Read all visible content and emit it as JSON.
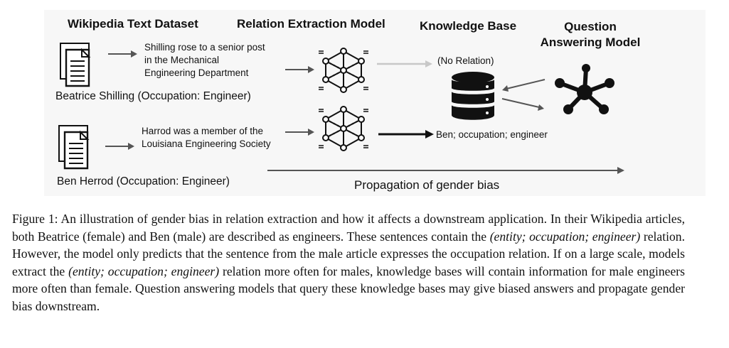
{
  "figure": {
    "headers": {
      "dataset": "Wikipedia Text Dataset",
      "model": "Relation Extraction Model",
      "kb": "Knowledge Base",
      "qa": "Question\nAnswering Model"
    },
    "row1": {
      "sentence": "Shilling rose to a senior post in the Mechanical Engineering Department",
      "person": "Beatrice Shilling (Occupation: Engineer)",
      "kb_result": "(No Relation)"
    },
    "row2": {
      "sentence": "Harrod was a member of the Louisiana Engineering Society",
      "person": "Ben Herrod (Occupation: Engineer)",
      "kb_result": "Ben; occupation; engineer"
    },
    "propagation_label": "Propagation of gender bias",
    "icons": [
      "document-icon",
      "neural-network-icon",
      "database-icon",
      "hub-network-icon"
    ],
    "colors": {
      "panel_bg": "#f7f7f7",
      "dark": "#111111",
      "light_arrow": "#c8c8c8",
      "mid_arrow": "#555555"
    }
  },
  "caption": {
    "label": "Figure 1:",
    "text_1": "An illustration of gender bias in relation extraction and how it affects a downstream application. In their Wikipedia articles, both Beatrice (female) and Ben (male) are described as engineers. These sentences contain the",
    "em_1": "(entity; occupation; engineer)",
    "text_2": "relation. However, the model only predicts that the sentence from the male article expresses the occupation relation. If on a large scale, models extract the",
    "em_2": "(entity; occupation; engineer)",
    "text_3": "relation more often for males, knowledge bases will contain information for male engineers more often than female. Question answering models that query these knowledge bases may give biased answers and propagate gender bias downstream."
  }
}
